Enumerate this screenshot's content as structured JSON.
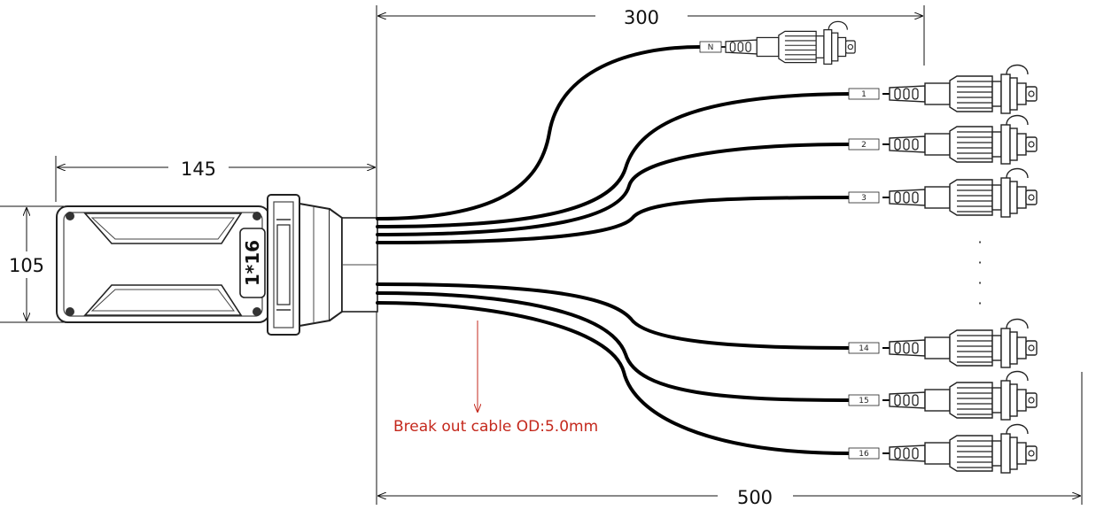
{
  "dimensions": {
    "top_length": "300",
    "box_length": "145",
    "box_height": "105",
    "bottom_length": "500"
  },
  "box": {
    "label": "1*16"
  },
  "cable_labels": [
    "N",
    "1",
    "2",
    "3",
    "14",
    "15",
    "16"
  ],
  "ellipsis": [
    "·",
    "·",
    "·",
    "·"
  ],
  "note": {
    "text": "Break out cable OD:5.0mm",
    "color": "#c4281c"
  },
  "colors": {
    "line": "#111111",
    "cable": "#000000",
    "accent": "#c4281c"
  }
}
